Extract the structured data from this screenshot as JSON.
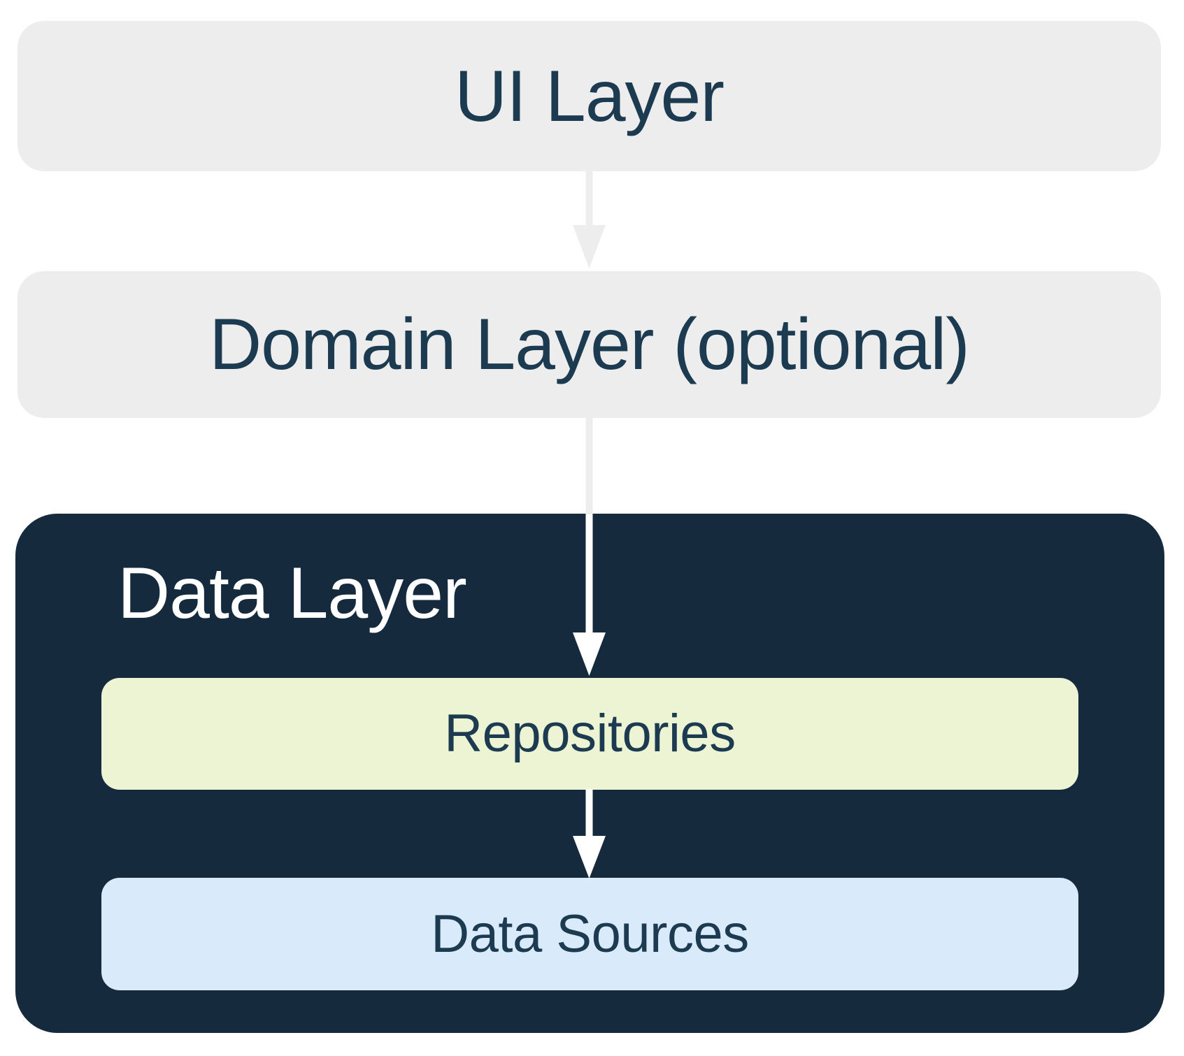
{
  "diagram": {
    "layers": {
      "ui": {
        "label": "UI Layer"
      },
      "domain": {
        "label": "Domain Layer (optional)"
      },
      "data": {
        "label": "Data Layer",
        "children": {
          "repositories": {
            "label": "Repositories"
          },
          "data_sources": {
            "label": "Data Sources"
          }
        }
      }
    },
    "flow": [
      {
        "from": "UI Layer",
        "to": "Domain Layer (optional)"
      },
      {
        "from": "Domain Layer (optional)",
        "to": "Repositories"
      },
      {
        "from": "Repositories",
        "to": "Data Sources"
      }
    ],
    "colors": {
      "background": "#FFFFFF",
      "layer_box_gray": "#EDEDED",
      "data_layer_navy": "#152B3D",
      "repositories_green": "#EDF4D3",
      "data_sources_blue": "#D9EAFB",
      "text_navy": "#1C3A50",
      "text_white": "#FFFFFF",
      "arrow_gray": "#EDEDED",
      "arrow_white": "#FFFFFF"
    }
  }
}
